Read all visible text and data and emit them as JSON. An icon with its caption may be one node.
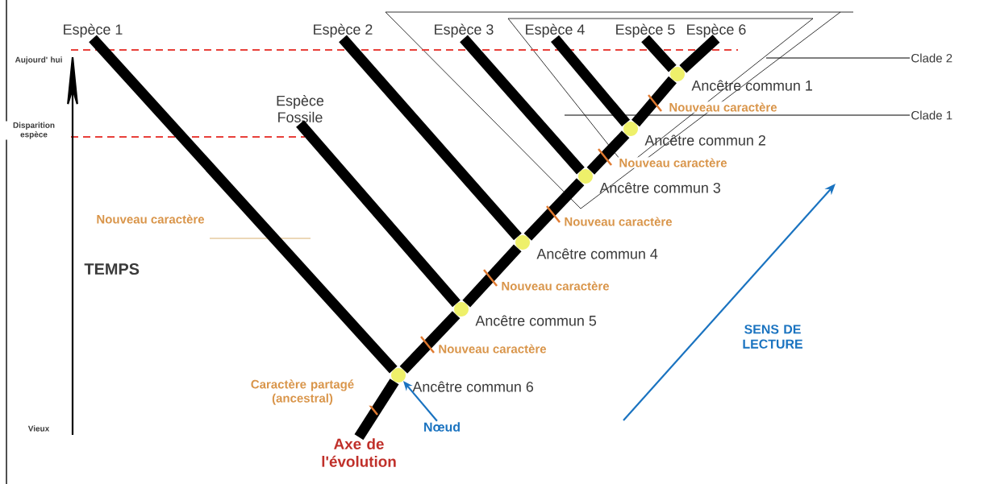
{
  "diagram": {
    "nodes": [
      {
        "text": [
          "Espèce 1"
        ]
      },
      {
        "text": [
          "Espèce 2"
        ]
      },
      {
        "text": [
          "Espèce 3"
        ]
      },
      {
        "text": [
          "Espèce 4"
        ]
      },
      {
        "text": [
          "Espèce 5"
        ]
      },
      {
        "text": [
          "Espèce 6"
        ]
      },
      {
        "text": [
          "Clade 2"
        ]
      },
      {
        "text": [
          "Clade 1"
        ]
      },
      {
        "text": [],
        "shape": "circle",
        "beside": [
          "Ancêtre commun 1"
        ]
      },
      {
        "text": [],
        "shape": "circle",
        "beside": [
          "Ancêtre commun 2"
        ]
      },
      {
        "text": [
          "Espèce Fossile"
        ]
      },
      {
        "text": [],
        "shape": "circle",
        "beside": [
          "Ancêtre commun 3"
        ]
      },
      {
        "text": [],
        "shape": "circle",
        "beside": [
          "Ancêtre commun 4"
        ]
      },
      {
        "text": [],
        "shape": "circle",
        "beside": [
          "Ancêtre commun 5"
        ]
      },
      {
        "text": [],
        "shape": "circle",
        "beside": [
          "Ancêtre commun 6"
        ]
      },
      {
        "text": [
          "Nœud"
        ]
      },
      {
        "text": [
          "Axe de l'évolution"
        ]
      }
    ],
    "edges": [
      {
        "from": 14,
        "to": 0,
        "arrow": "none"
      },
      {
        "from": 13,
        "to": 10,
        "arrow": "none"
      },
      {
        "from": 12,
        "to": 1,
        "arrow": "none"
      },
      {
        "from": 11,
        "to": 2,
        "arrow": "none"
      },
      {
        "from": 9,
        "to": 3,
        "arrow": "none"
      },
      {
        "from": 8,
        "to": 4,
        "arrow": "none"
      },
      {
        "from": 8,
        "to": 5,
        "arrow": "none"
      },
      {
        "from": 14,
        "to": 13,
        "arrow": "none"
      },
      {
        "from": 13,
        "to": 12,
        "arrow": "none"
      },
      {
        "from": 12,
        "to": 11,
        "arrow": "none"
      },
      {
        "from": 11,
        "to": 9,
        "arrow": "none"
      },
      {
        "from": 9,
        "to": 8,
        "arrow": "none"
      },
      {
        "from": 16,
        "to": 14,
        "arrow": "none"
      },
      {
        "from": 15,
        "to": 14,
        "arrow": "to",
        "color": "#1a73c0"
      },
      {
        "from": 6,
        "to": null,
        "arrow": "none"
      },
      {
        "from": 7,
        "to": null,
        "arrow": "none"
      }
    ],
    "labels": [
      "Aujourd' hui",
      "Nouveau caractère",
      "Disparition espèce",
      "Nouveau caractère",
      "Nouveau caractère",
      "Nouveau caractère",
      "TEMPS",
      "Nouveau caractère",
      "SENS DE LECTURE",
      "Nouveau caractère",
      "Caractère partagé (ancestral)",
      "Vieux"
    ]
  }
}
